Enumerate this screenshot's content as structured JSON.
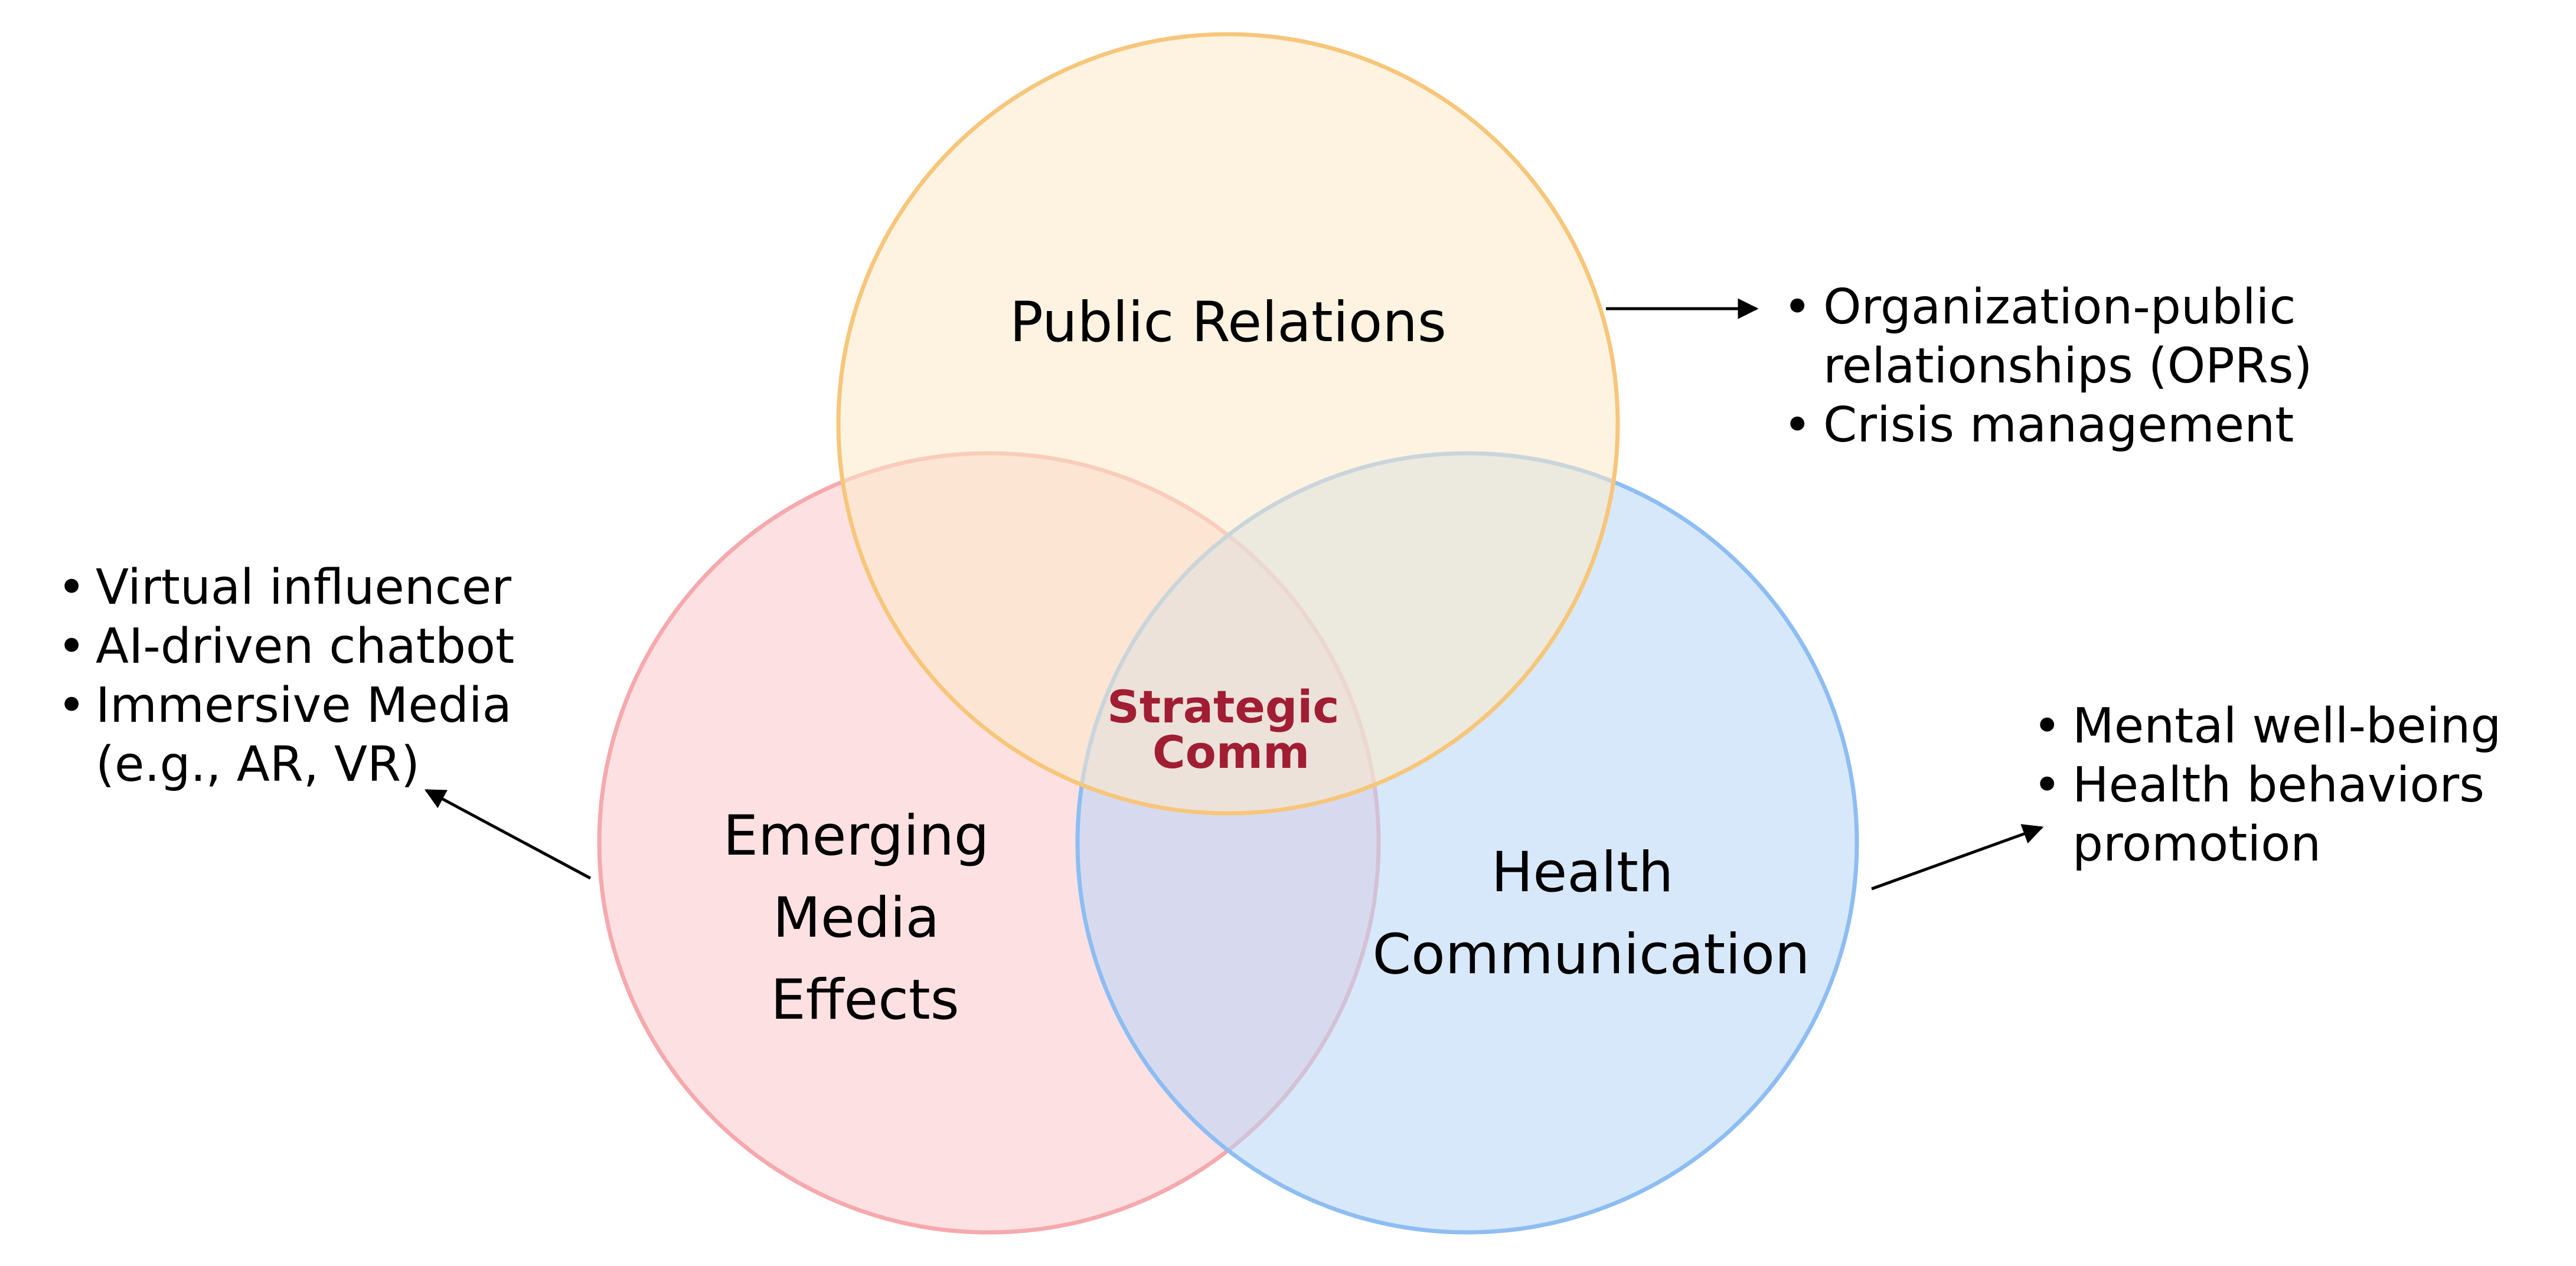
{
  "colors": {
    "pr_fill": "#fde9c8",
    "pr_stroke": "#f7c67a",
    "media_fill": "#fbc9cb",
    "media_stroke": "#f6a9ad",
    "health_fill": "#b8d6f8",
    "health_stroke": "#8dbdf2",
    "center_text": "#a11d33",
    "arrow": "#000000",
    "text": "#000000"
  },
  "circles": {
    "public_relations": {
      "label": "Public Relations"
    },
    "emerging_media": {
      "label_lines": [
        "Emerging",
        "Media",
        "Effects"
      ]
    },
    "health_communication": {
      "label_lines": [
        "Health",
        "Communication"
      ]
    }
  },
  "center": {
    "label_lines": [
      "Strategic",
      "Comm"
    ]
  },
  "lists": {
    "public_relations": {
      "items": [
        {
          "lines": [
            "Organization-public",
            "relationships (OPRs)"
          ]
        },
        {
          "lines": [
            "Crisis management"
          ]
        }
      ]
    },
    "emerging_media": {
      "items": [
        {
          "lines": [
            "Virtual influencer"
          ]
        },
        {
          "lines": [
            "AI-driven chatbot"
          ]
        },
        {
          "lines": [
            "Immersive Media",
            "(e.g., AR, VR)"
          ]
        }
      ]
    },
    "health_communication": {
      "items": [
        {
          "lines": [
            "Mental well-being"
          ]
        },
        {
          "lines": [
            "Health behaviors",
            "promotion"
          ]
        }
      ]
    }
  },
  "bullet_char": "•"
}
